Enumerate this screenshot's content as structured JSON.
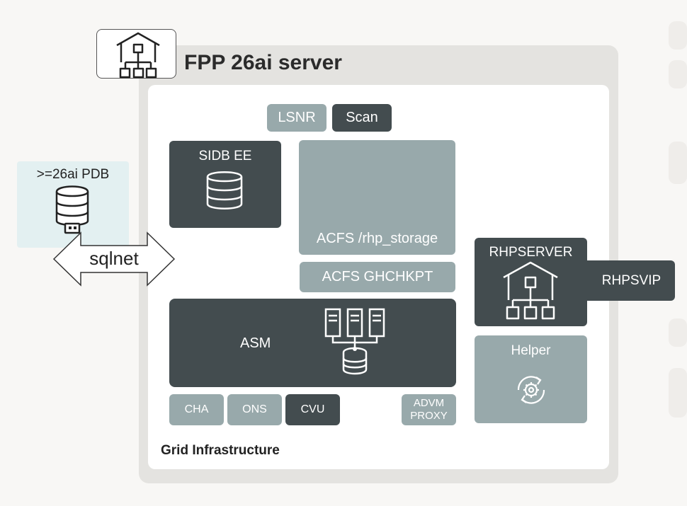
{
  "server": {
    "title": "FPP 26ai server",
    "footer_label": "Grid Infrastructure"
  },
  "client": {
    "label": ">=26ai PDB",
    "connection_label": "sqlnet"
  },
  "components": {
    "lsnr": "LSNR",
    "scan": "Scan",
    "sidb": "SIDB EE",
    "acfs_storage": "ACFS /rhp_storage",
    "acfs_ghchkpt": "ACFS GHCHKPT",
    "asm": "ASM",
    "cha": "CHA",
    "ons": "ONS",
    "cvu": "CVU",
    "advm_line1": "ADVM",
    "advm_line2": "PROXY",
    "rhpserver": "RHPSERVER",
    "rhpsvip": "RHPSVIP",
    "helper": "Helper"
  },
  "colors": {
    "dark_component": "#434c4f",
    "light_component": "#98a9ab",
    "client_background": "#e3f0f1",
    "server_background": "#e4e3e0"
  },
  "icons": [
    "house-network-icon",
    "database-icon",
    "usb-database-icon",
    "server-cluster-icon",
    "gear-refresh-icon"
  ]
}
